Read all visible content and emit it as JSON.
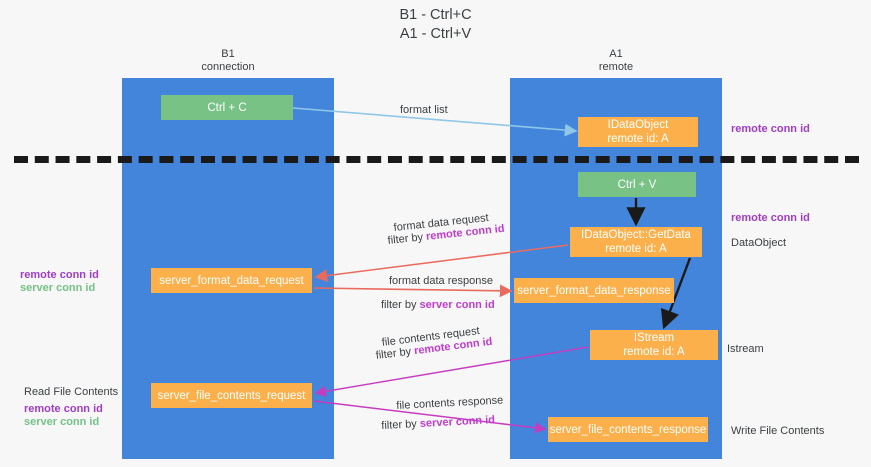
{
  "title": "B1 - Ctrl+C\nA1 - Ctrl+V",
  "columns": {
    "left": "B1\nconnection",
    "right": "A1\nremote"
  },
  "nodes": {
    "ctrl_c": "Ctrl + C",
    "idataobject": "IDataObject\nremote id: A",
    "ctrl_v": "Ctrl + V",
    "getdata": "IDataObject::GetData\nremote id: A",
    "server_format_data_request": "server_format_data_request",
    "server_format_data_response": "server_format_data_response",
    "istream": "IStream\nremote id: A",
    "server_file_contents_request": "server_file_contents_request",
    "server_file_contents_response": "server_file_contents_response"
  },
  "edge_labels": {
    "format_list": "format list",
    "format_data_request": "format data request",
    "filter_by": "filter by ",
    "remote_conn_id": "remote conn id",
    "server_conn_id": "server conn id",
    "format_data_response": "format data response",
    "file_contents_request": "file contents request",
    "file_contents_response": "file contents response"
  },
  "annotations": {
    "right_remote_conn_id_top": "remote conn id",
    "right_remote_conn_id_mid": "remote conn id",
    "data_object": "DataObject",
    "istream": "Istream",
    "write_file_contents": "Write File Contents",
    "left_remote_conn_id": "remote conn id",
    "left_server_conn_id": "server conn id",
    "read_file_contents": "Read File Contents",
    "left_remote_conn_id_2": "remote conn id",
    "left_server_conn_id_2": "server conn id"
  },
  "colors": {
    "lane": "#4285db",
    "green_node": "#78c285",
    "orange_node": "#fbb04c",
    "purple": "#a03cc8",
    "green_text": "#74c285",
    "blue_arrow": "#8ec7e8",
    "red_arrow": "#ea6b5e",
    "magenta_arrow": "#c63cc0",
    "black_arrow": "#1a1a1a"
  }
}
